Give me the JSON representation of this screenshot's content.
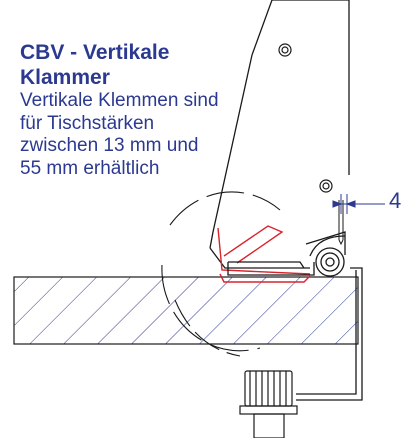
{
  "text": {
    "title": "CBV - Vertikale Klammer",
    "description": "Vertikale Klemmen sind für Tischstärken zwischen 13 mm und 55 mm erhältlich"
  },
  "dimension": {
    "label": "4"
  },
  "colors": {
    "text": "#2b3990",
    "line": "#1a1a1a",
    "clamp_pad": "#d9232e",
    "hatch": "#2b3990"
  }
}
